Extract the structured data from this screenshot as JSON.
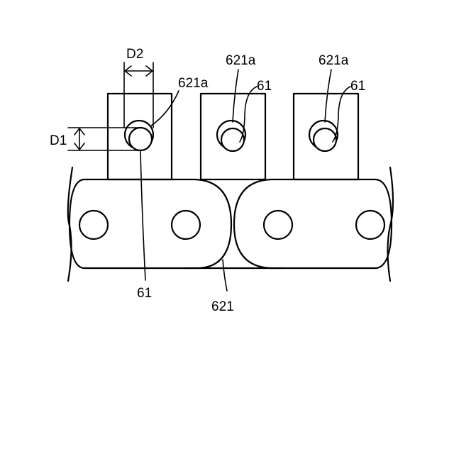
{
  "labels": {
    "d2": "D2",
    "d1": "D1",
    "attachment_1_hole": "621a",
    "attachment_2_hole": "621a",
    "attachment_3_hole": "621a",
    "attachment_2_pin": "61",
    "attachment_3_pin": "61",
    "pin_bottom": "61",
    "chain_plate": "621"
  }
}
